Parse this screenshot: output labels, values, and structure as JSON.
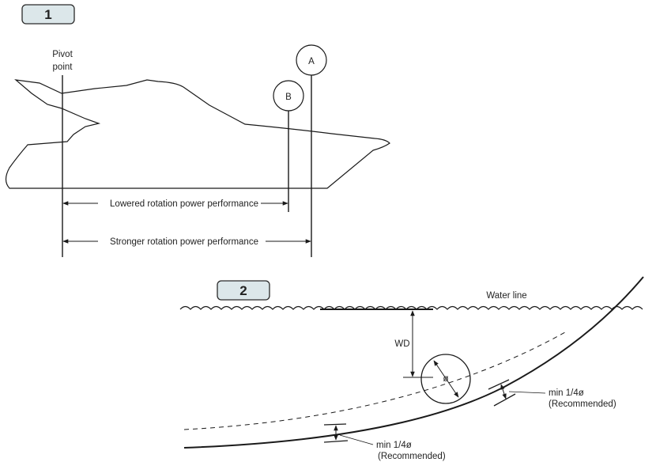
{
  "figure1": {
    "badge": "1",
    "pivot_label_line1": "Pivot",
    "pivot_label_line2": "point",
    "marker_a": "A",
    "marker_b": "B",
    "lowered_label": "Lowered rotation power performance",
    "stronger_label": "Stronger rotation power performance"
  },
  "figure2": {
    "badge": "2",
    "water_line_label": "Water line",
    "wd_label": "WD",
    "diameter_label": "ø",
    "min_right_line1": "min 1/4ø",
    "min_right_line2": "(Recommended)",
    "min_bottom_line1": "min 1/4ø",
    "min_bottom_line2": "(Recommended)"
  }
}
